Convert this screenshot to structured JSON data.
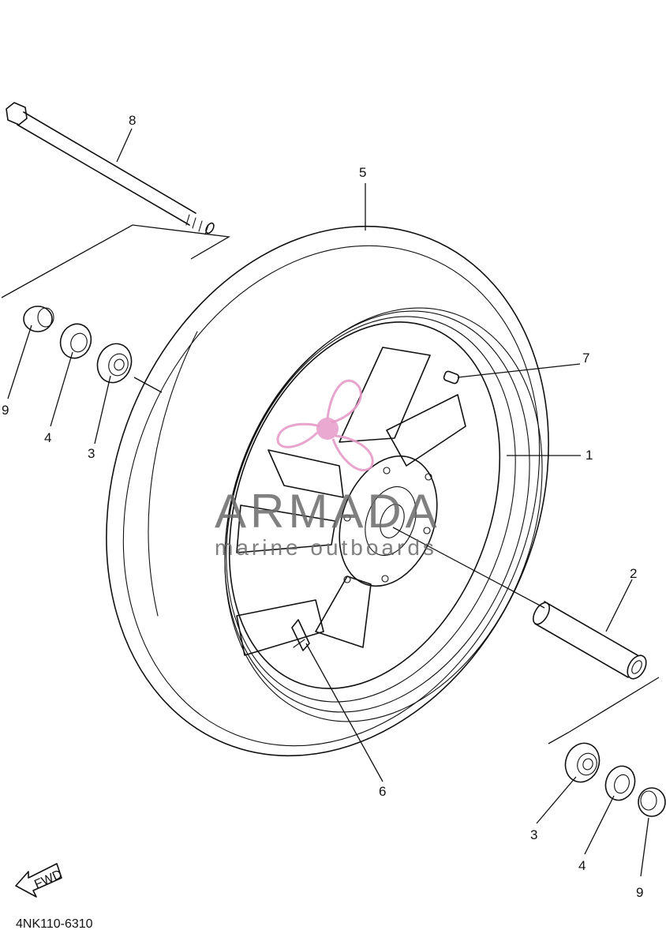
{
  "diagram_code": "4NK110-6310",
  "fwd_label": "FWD",
  "watermark": {
    "brand": "ARMADA",
    "tagline": "marine outboards",
    "color": "#e59ac8"
  },
  "callouts": {
    "c1": "1",
    "c2": "2",
    "c3_left": "3",
    "c3_right": "3",
    "c4_left": "4",
    "c4_right": "4",
    "c5": "5",
    "c6": "6",
    "c7": "7",
    "c8": "8",
    "c9_left": "9",
    "c9_right": "9"
  }
}
